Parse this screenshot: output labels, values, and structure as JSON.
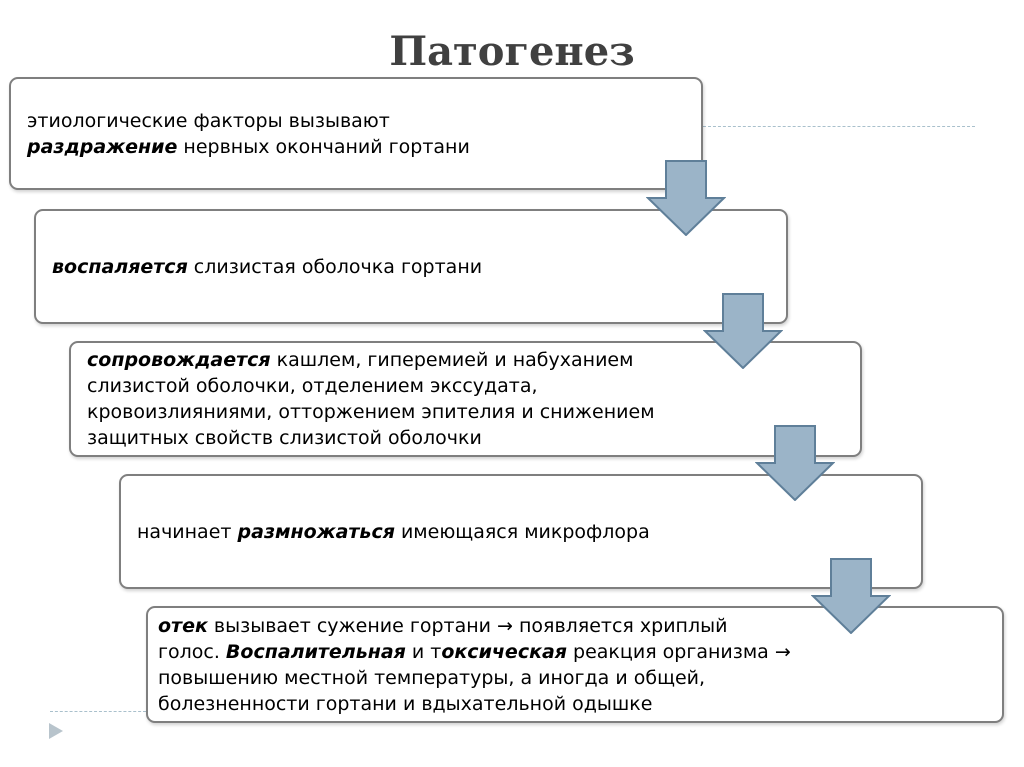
{
  "title": "Патогенез",
  "colors": {
    "arrow_fill": "#9bb4c8",
    "arrow_stroke": "#5f7f99",
    "box_border": "#7f7f7f",
    "title": "#404040",
    "dash": "#a9c0cc"
  },
  "icons": {
    "slide_marker": "play-triangle-icon",
    "connector": "down-arrow-icon"
  },
  "steps": [
    {
      "lines": [
        [
          {
            "t": "этиологические факторы вызывают",
            "em": false
          }
        ],
        [
          {
            "t": "раздражение",
            "em": true
          },
          {
            "t": " нервных окончаний гортани",
            "em": false
          }
        ]
      ]
    },
    {
      "lines": [
        [
          {
            "t": "воспаляется",
            "em": true
          },
          {
            "t": " слизистая оболочка гортани",
            "em": false
          }
        ]
      ]
    },
    {
      "lines": [
        [
          {
            "t": "сопровождается",
            "em": true
          },
          {
            "t": " кашлем, гиперемией и набуханием",
            "em": false
          }
        ],
        [
          {
            "t": "слизистой оболочки, отделением экссудата,",
            "em": false
          }
        ],
        [
          {
            "t": "кровоизлияниями, отторжением эпителия и снижением",
            "em": false
          }
        ],
        [
          {
            "t": "защитных свойств слизистой оболочки",
            "em": false
          }
        ]
      ]
    },
    {
      "lines": [
        [
          {
            "t": "начинает ",
            "em": false
          },
          {
            "t": "размножаться",
            "em": true
          },
          {
            "t": " имеющаяся микрофлора",
            "em": false
          }
        ]
      ]
    },
    {
      "lines": [
        [
          {
            "t": "отек",
            "em": true
          },
          {
            "t": " вызывает сужение гортани → появляется хриплый",
            "em": false
          }
        ],
        [
          {
            "t": "голос. ",
            "em": false
          },
          {
            "t": "Воспалительная",
            "em": true
          },
          {
            "t": " и т",
            "em": false
          },
          {
            "t": "оксическая",
            "em": true
          },
          {
            "t": " реакция организма →",
            "em": false
          }
        ],
        [
          {
            "t": "повышению местной температуры, а иногда и общей,",
            "em": false
          }
        ],
        [
          {
            "t": "болезненности гортани и вдыхательной одышке",
            "em": false
          }
        ]
      ]
    }
  ]
}
